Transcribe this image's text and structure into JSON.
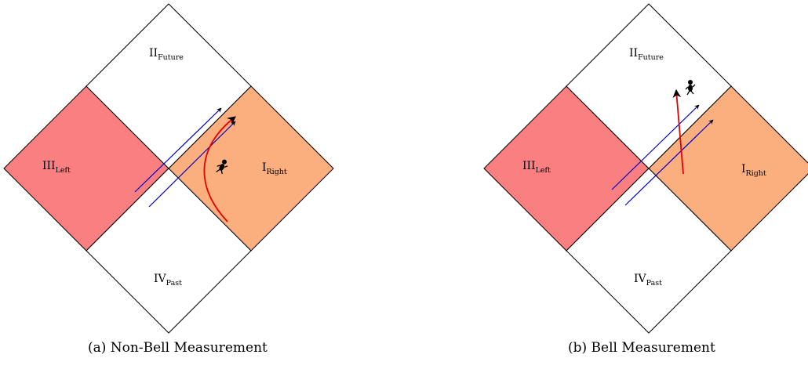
{
  "panel_a": {
    "regions": {
      "future": {
        "main": "II",
        "sub": "Future"
      },
      "past": {
        "main": "IV",
        "sub": "Past"
      },
      "left": {
        "main": "III",
        "sub": "Left"
      },
      "right": {
        "main": "I",
        "sub": "Right"
      }
    },
    "caption": "(a) Non-Bell Measurement"
  },
  "panel_b": {
    "regions": {
      "future": {
        "main": "II",
        "sub": "Future"
      },
      "past": {
        "main": "IV",
        "sub": "Past"
      },
      "left": {
        "main": "III",
        "sub": "Left"
      },
      "right": {
        "main": "I",
        "sub": "Right"
      }
    },
    "caption": "(b) Bell Measurement"
  },
  "colors": {
    "left_region": "#f97f80",
    "right_region": "#fbaf7e",
    "signal_lines": "#0000cc",
    "observer_path": "#e60000",
    "outline": "#000000"
  },
  "icons": [
    "observer-figure-icon"
  ]
}
